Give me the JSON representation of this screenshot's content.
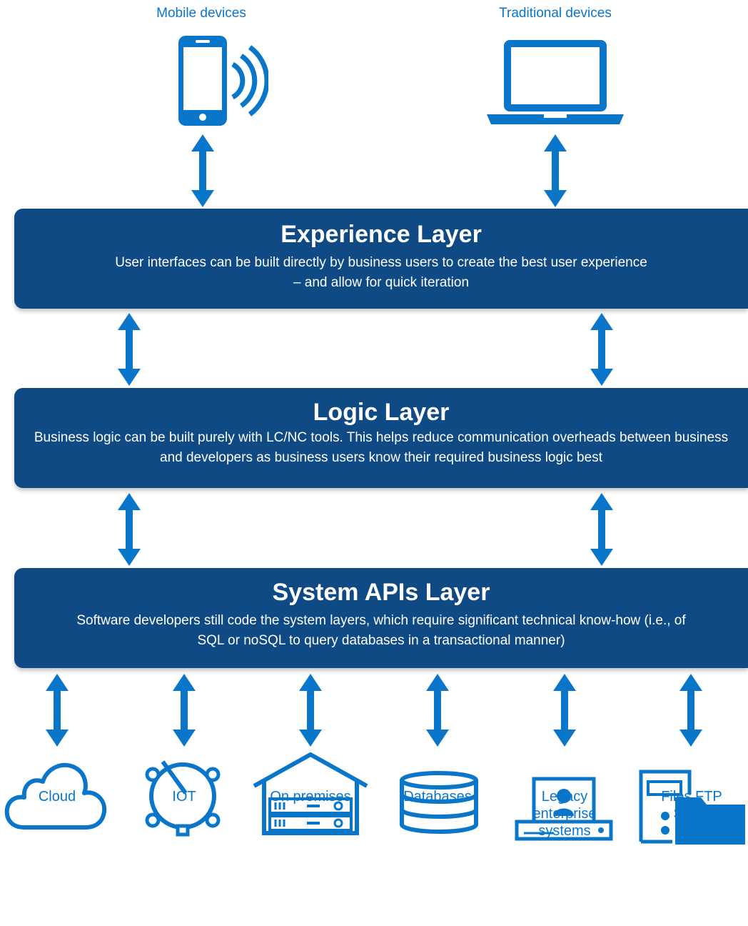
{
  "devices": {
    "mobile_label": "Mobile devices",
    "traditional_label": "Traditional devices"
  },
  "layers": [
    {
      "title": "Experience Layer",
      "description": "User interfaces can be built directly by business users to create the best user experience – and allow for quick iteration"
    },
    {
      "title": "Logic Layer",
      "description": "Business logic can be built purely with LC/NC tools. This helps reduce communication overheads between business and developers as business users know their required business logic best"
    },
    {
      "title": "System APIs Layer",
      "description": "Software developers still code the system layers, which require significant technical know-how (i.e., of SQL or noSQL to query databases in a transactional manner)"
    }
  ],
  "sources": [
    {
      "label": "Cloud",
      "icon": "cloud-icon"
    },
    {
      "label": "IOT",
      "icon": "iot-device-icon"
    },
    {
      "label": "On premises",
      "icon": "on-premises-server-icon"
    },
    {
      "label": "Databases",
      "icon": "database-icon"
    },
    {
      "label": "Legacy enterprise systems",
      "icon": "legacy-system-icon"
    },
    {
      "label": "Files FTP SFTP",
      "icon": "file-server-icon"
    }
  ],
  "colors": {
    "layer_fill": "#0f4a85",
    "accent_blue": "#0a76c9",
    "text_on_layer": "#ffffff"
  }
}
